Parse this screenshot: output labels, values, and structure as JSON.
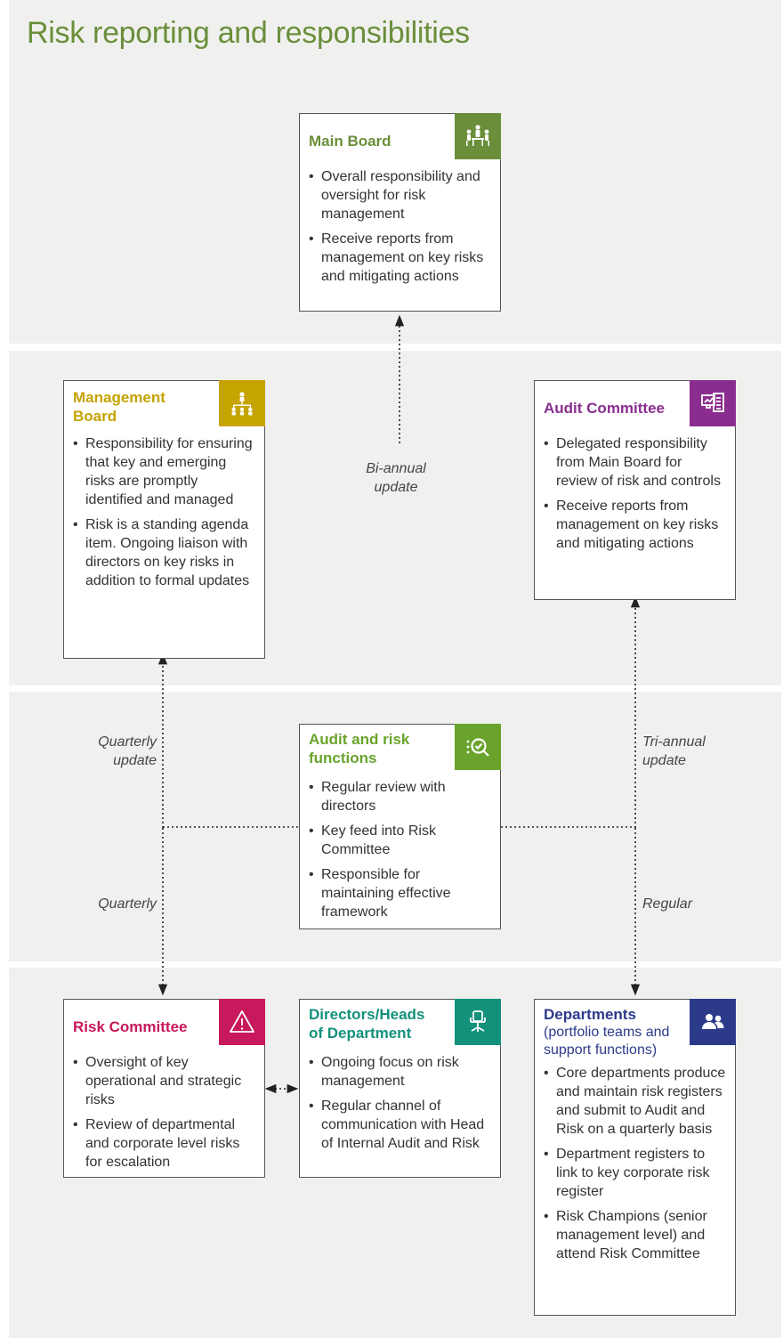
{
  "title": "Risk reporting and responsibilities",
  "colors": {
    "title": "#6b8e3a",
    "main_board": "#6b8e3a",
    "management_board": "#c5a300",
    "audit_committee": "#8a2d8f",
    "audit_risk_functions": "#6aa32c",
    "risk_committee": "#c8195c",
    "directors_heads": "#13917b",
    "departments": "#2c3a8a"
  },
  "main_board": {
    "title": "Main Board",
    "icon": "board-meeting-icon",
    "bullets": [
      "Overall responsibility and oversight for risk management",
      "Receive reports from management on key risks and mitigating actions"
    ]
  },
  "management_board": {
    "title": "Management Board",
    "icon": "org-chart-icon",
    "bullets": [
      "Responsibility for ensuring that key and emerging risks are promptly identified and managed",
      "Risk is a standing agenda item. Ongoing liaison with directors on key risks in addition to formal updates"
    ]
  },
  "audit_committee": {
    "title": "Audit Committee",
    "icon": "report-screen-icon",
    "bullets": [
      "Delegated responsibility from Main Board for review of risk and controls",
      "Receive reports from management on key risks and mitigating actions"
    ]
  },
  "audit_risk_functions": {
    "title": "Audit and risk functions",
    "icon": "magnifier-check-icon",
    "bullets": [
      "Regular review with directors",
      "Key feed into Risk Committee",
      "Responsible for maintaining effective framework"
    ]
  },
  "risk_committee": {
    "title": "Risk Committee",
    "icon": "warning-icon",
    "bullets": [
      "Oversight of key operational and strategic risks",
      "Review of departmental and corporate level risks for escalation"
    ]
  },
  "directors_heads": {
    "title": "Directors/Heads of Department",
    "icon": "office-chair-icon",
    "bullets": [
      "Ongoing focus on risk management",
      "Regular channel of communication with Head of Internal Audit and Risk"
    ]
  },
  "departments": {
    "title": "Departments",
    "subtitle": "(portfolio teams and support functions)",
    "icon": "people-icon",
    "bullets": [
      "Core departments produce and maintain risk registers and submit to Audit and Risk on a quarterly basis",
      "Department registers to link to key corporate risk register",
      "Risk Champions (senior management level) and attend Risk Committee"
    ]
  },
  "labels": {
    "bi_annual": "Bi-annual update",
    "quarterly_update": "Quarterly update",
    "tri_annual": "Tri-annual update",
    "quarterly": "Quarterly",
    "regular": "Regular"
  }
}
